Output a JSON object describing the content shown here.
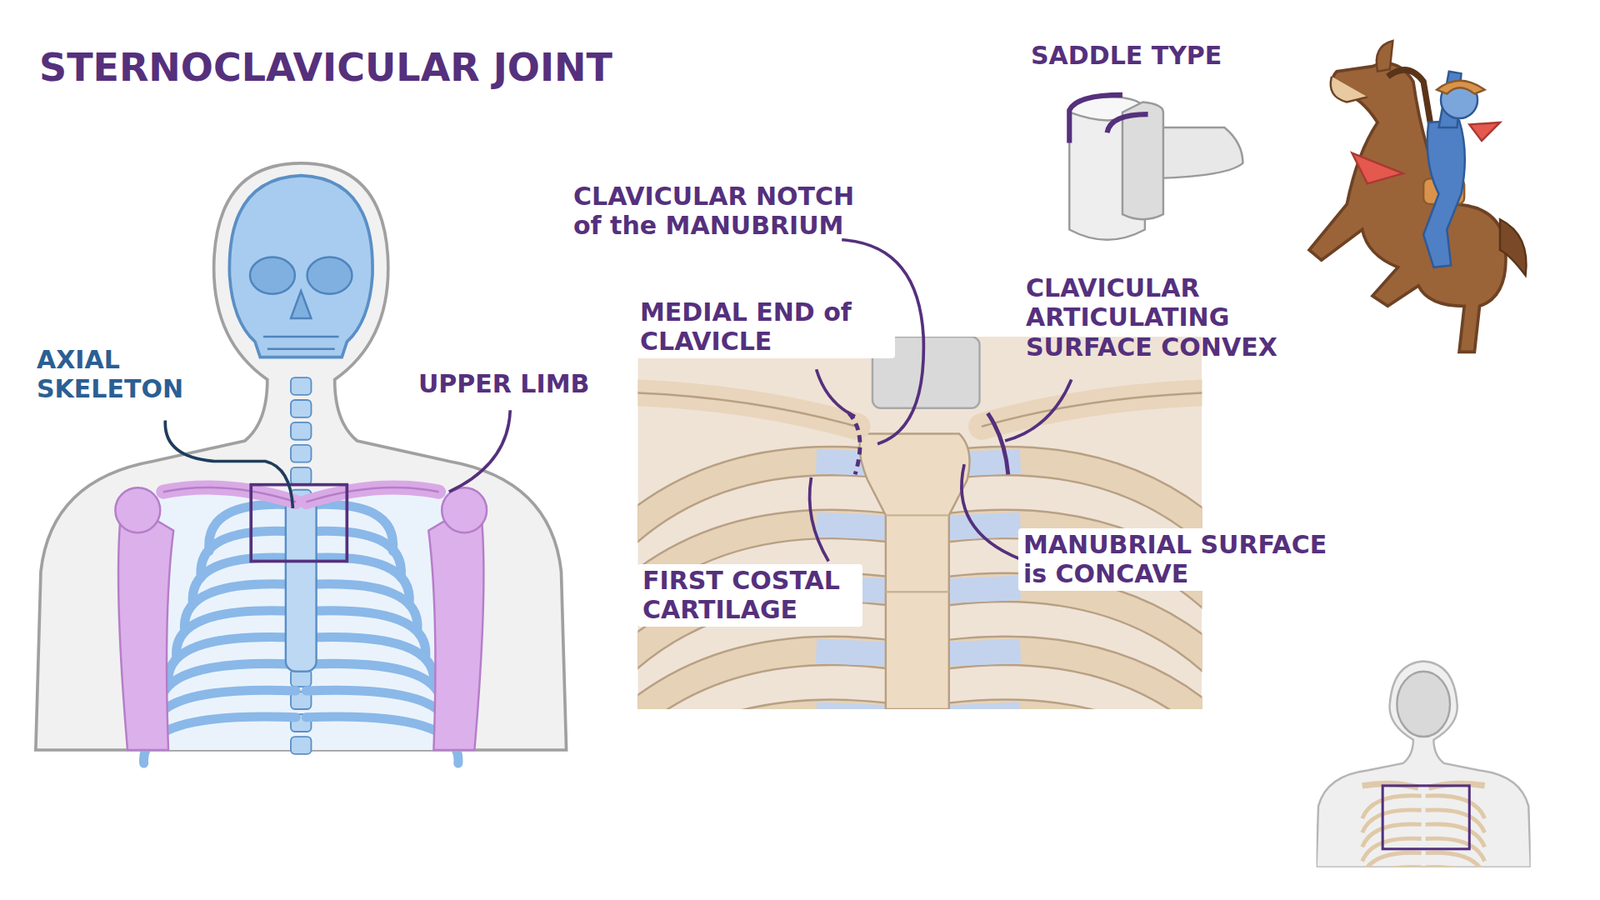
{
  "diagram": {
    "title": "STERNOCLAVICULAR JOINT",
    "labels": [
      "SADDLE TYPE",
      "CLAVICULAR NOTCH of the MANUBRIUM",
      "MEDIAL END of CLAVICLE",
      "CLAVICULAR ARTICULATING SURFACE CONVEX",
      "AXIAL SKELETON",
      "UPPER LIMB",
      "MANUBRIAL SURFACE is CONCAVE",
      "FIRST COSTAL CARTILAGE"
    ]
  }
}
